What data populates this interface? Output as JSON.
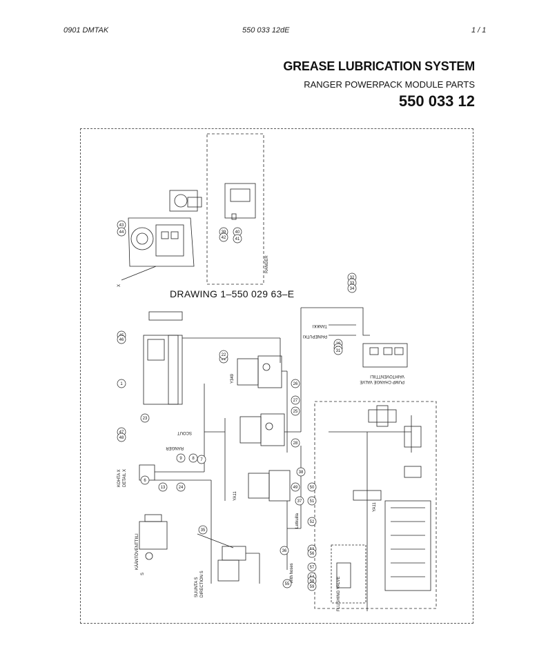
{
  "header": {
    "left": "0901   DMTAK",
    "center": "550 033 12dE",
    "right": "1 / 1"
  },
  "title": "GREASE LUBRICATION SYSTEM",
  "subtitle": "RANGER  POWERPACK MODULE PARTS",
  "part_number": "550 033 12",
  "drawing_reference": "DRAWING 1–550 029 63–E",
  "diagram_labels": {
    "ranger_box": "RANGER",
    "kohta_x": "KOHTA X",
    "detail_x": "DETAIL X",
    "suunta_s": "SUUNTA S",
    "direction_s": "DIRECTION S",
    "scout": "SCOUT",
    "ranger": "RANGER",
    "y349": "Y349",
    "ya11_a": "YA11",
    "ya11_b": "YA11",
    "x_mark": "X",
    "s_mark": "S",
    "tankki": "TANKKI",
    "paineputki": "PAINEPUTKI",
    "vaihto_venttiili": "VAIHTOVENTTIILI",
    "exchange_valve": "PUMP CHANGE VALVE",
    "kaantoventtiili": "KÄÄNTÖVENTTIILI",
    "flushing_valve": "FLUSHING VALVE",
    "with_hoses": "With hoses",
    "letkuilla": "Letkuilla"
  },
  "bubbles": [
    "6",
    "1",
    "7",
    "8",
    "9",
    "13",
    "21",
    "22",
    "23",
    "24",
    "25",
    "26",
    "27",
    "28",
    "29",
    "30",
    "31",
    "32",
    "33",
    "34",
    "35",
    "36",
    "37",
    "38",
    "39",
    "40",
    "41",
    "42",
    "43",
    "44",
    "45",
    "46",
    "47",
    "48",
    "49",
    "50",
    "51",
    "52",
    "53",
    "54",
    "55",
    "56",
    "57",
    "58",
    "59"
  ]
}
